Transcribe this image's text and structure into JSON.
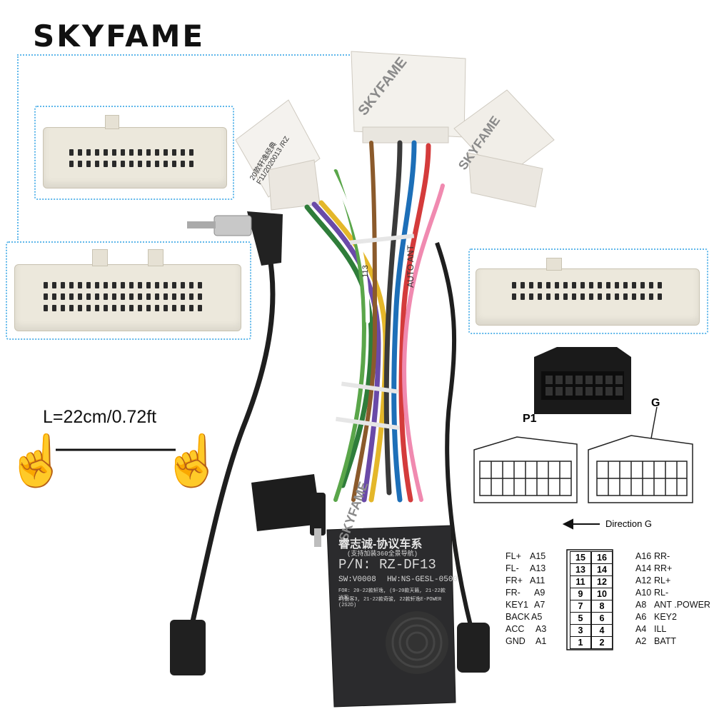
{
  "brand": {
    "logo": "SKYFAME",
    "watermark": "SKYFAME"
  },
  "length": {
    "label": "L=22cm/0.72ft"
  },
  "labels": {
    "connector_small_tag": "20款轩逸经典 F11/2020013 /RZ",
    "auto_ant": "AUTO ANT",
    "tag_113": "113"
  },
  "module": {
    "title": "睿志诚-协议车系",
    "subtitle": "(支持加装360全景导航)",
    "pn": "P/N: RZ-DF13",
    "sw": "SW:V0008",
    "hw": "HW:NS-GESL-0500",
    "desc1": "FOR: 20-22款轩逸, (9-20款天籁, 21-22款逍客",
    "desc2": "2)劲客3, 21-22款奇骏, 22款轩逸E-POWER (2S2D)"
  },
  "diagram": {
    "p1": "P1",
    "g": "G",
    "direction": "Direction G",
    "pins": [
      {
        "l_name": "FL+",
        "l_pin": "A15",
        "l_num": "15",
        "r_num": "16",
        "r_pin": "A16",
        "r_name": "RR-"
      },
      {
        "l_name": "FL-",
        "l_pin": "A13",
        "l_num": "13",
        "r_num": "14",
        "r_pin": "A14",
        "r_name": "RR+"
      },
      {
        "l_name": "FR+",
        "l_pin": "A11",
        "l_num": "11",
        "r_num": "12",
        "r_pin": "A12",
        "r_name": "RL+"
      },
      {
        "l_name": "FR-",
        "l_pin": "A9",
        "l_num": "9",
        "r_num": "10",
        "r_pin": "A10",
        "r_name": "RL-"
      },
      {
        "l_name": "KEY1",
        "l_pin": "A7",
        "l_num": "7",
        "r_num": "8",
        "r_pin": "A8",
        "r_name": "ANT .POWER"
      },
      {
        "l_name": "BACK",
        "l_pin": "A5",
        "l_num": "5",
        "r_num": "6",
        "r_pin": "A6",
        "r_name": "KEY2"
      },
      {
        "l_name": "ACC",
        "l_pin": "A3",
        "l_num": "3",
        "r_num": "4",
        "r_pin": "A4",
        "r_name": "ILL"
      },
      {
        "l_name": "GND",
        "l_pin": "A1",
        "l_num": "1",
        "r_num": "2",
        "r_pin": "A2",
        "r_name": "BATT"
      }
    ]
  },
  "colors": {
    "dotted_line": "#5fb7ea",
    "connector_body": "#ece8dc",
    "module_body": "#2b2b2d"
  }
}
